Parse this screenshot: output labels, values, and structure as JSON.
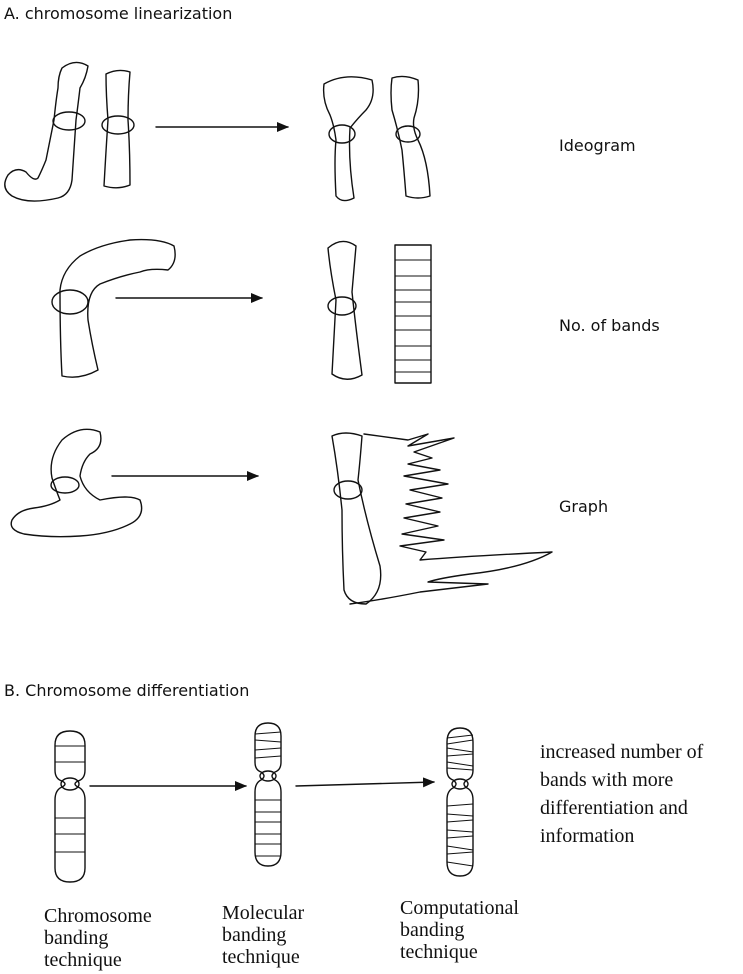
{
  "section_a": {
    "title": "A. chromosome linearization",
    "rows": [
      {
        "label": "Ideogram"
      },
      {
        "label": "No. of bands"
      },
      {
        "label": "Graph"
      }
    ]
  },
  "section_b": {
    "title": "B. Chromosome differentiation",
    "note_lines": [
      "increased number of",
      "bands with more",
      "differentiation and",
      "information"
    ],
    "techniques": [
      {
        "lines": [
          "Chromosome",
          "banding",
          "technique"
        ]
      },
      {
        "lines": [
          "Molecular",
          "banding",
          "technique"
        ]
      },
      {
        "lines": [
          "Computational",
          "banding",
          "technique"
        ]
      }
    ]
  },
  "colors": {
    "ink": "#111111",
    "background": "#ffffff"
  }
}
